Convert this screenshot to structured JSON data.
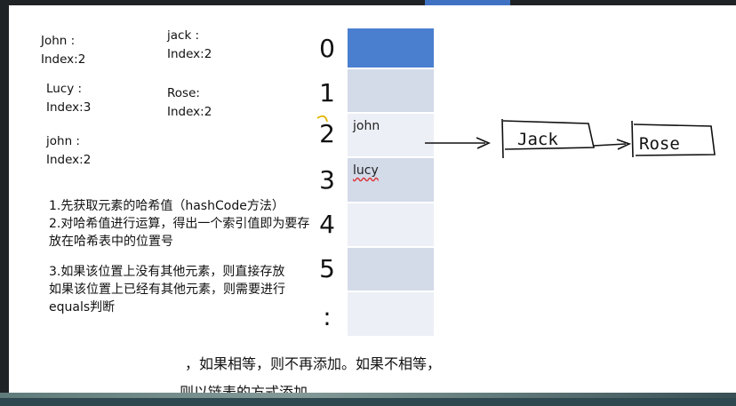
{
  "labels": [
    {
      "name": "John :",
      "index": "Index:2"
    },
    {
      "name": "jack :",
      "index": "Index:2"
    },
    {
      "name": "Lucy :",
      "index": "Index:3"
    },
    {
      "name": "Rose:",
      "index": "Index:2"
    },
    {
      "name": "john :",
      "index": "Index:2"
    }
  ],
  "table": {
    "indices": [
      "0",
      "1",
      "2",
      "3",
      "4",
      "5",
      ":"
    ],
    "entries": [
      "",
      "",
      "john",
      "lucy",
      "",
      "",
      ""
    ],
    "colors": [
      "#4a7fcf",
      "#d3dae8",
      "#eceff5",
      "#d3dae8",
      "#eceff5",
      "#d3dae8",
      "#eceff5"
    ]
  },
  "chain": [
    "Jack",
    "Rose"
  ],
  "steps": {
    "s1": "1.先获取元素的哈希值（hashCode方法）",
    "s2": "2.对哈希值进行运算，得出一个索引值即为要存放在哈希表中的位置号",
    "s3": "3.如果该位置上没有其他元素，则直接存放",
    "s4": "如果该位置上已经有其他元素，则需要进行equals判断",
    "tail1": "，如果相等，则不再添加。如果不相等，",
    "tail2": "则以链表的方式添加。"
  }
}
